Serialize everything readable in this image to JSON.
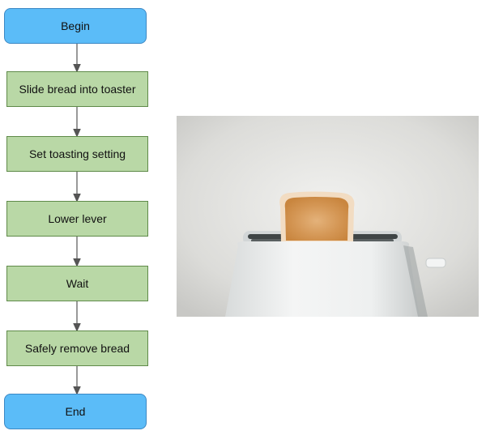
{
  "flowchart": {
    "start": "Begin",
    "steps": [
      "Slide bread into toaster",
      "Set toasting setting",
      "Lower lever",
      "Wait",
      "Safely remove bread"
    ],
    "end": "End"
  },
  "colors": {
    "terminal_fill": "#5bbcf8",
    "terminal_border": "#3c88c4",
    "process_fill": "#b9d8a6",
    "process_border": "#5f8a49",
    "arrow": "#555555"
  },
  "photo": {
    "subject": "toaster-with-toast"
  }
}
